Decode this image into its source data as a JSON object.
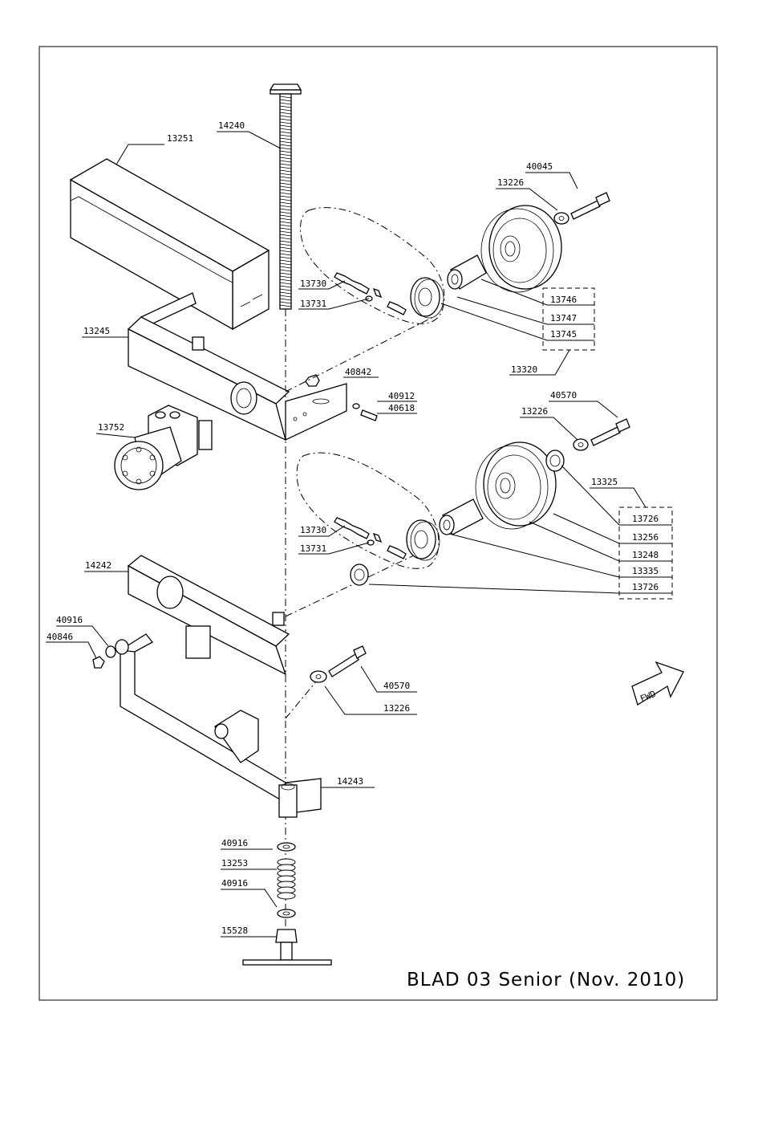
{
  "drawing": {
    "title": "BLAD 03 Senior (Nov. 2010)",
    "fwd_label": "FWD"
  },
  "parts": {
    "p14240": "14240",
    "p13251": "13251",
    "p40045": "40045",
    "p13226_top": "13226",
    "p13730_top": "13730",
    "p13731_top": "13731",
    "p13746": "13746",
    "p13747": "13747",
    "p13745": "13745",
    "p13320": "13320",
    "p13245": "13245",
    "p40842": "40842",
    "p40912": "40912",
    "p40618": "40618",
    "p13752": "13752",
    "p40570_mid": "40570",
    "p13226_mid": "13226",
    "p13325": "13325",
    "p13726_a": "13726",
    "p13256": "13256",
    "p13248": "13248",
    "p13335": "13335",
    "p13726_b": "13726",
    "p13730_mid": "13730",
    "p13731_mid": "13731",
    "p14242": "14242",
    "p40916_a": "40916",
    "p40846": "40846",
    "p40570_low": "40570",
    "p13226_low": "13226",
    "p14243": "14243",
    "p40916_b": "40916",
    "p13253": "13253",
    "p40916_c": "40916",
    "p15528": "15528"
  }
}
